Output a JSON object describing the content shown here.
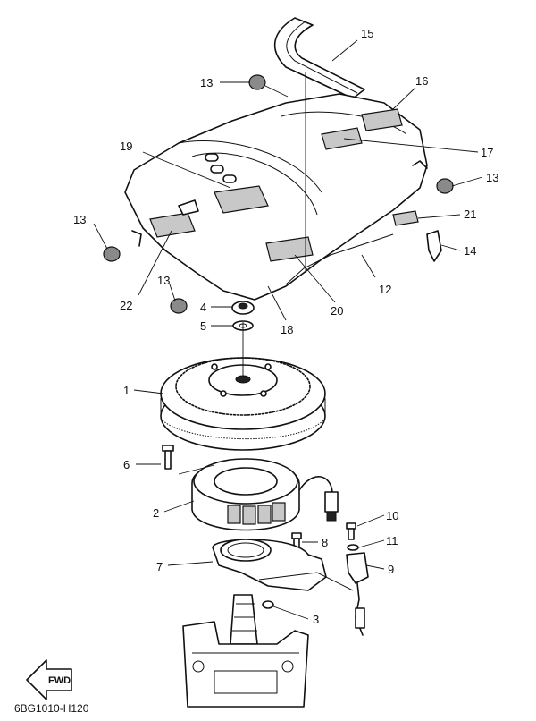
{
  "diagram_code": "6BG1010-H120",
  "fwd_label": "FWD",
  "callouts": [
    {
      "id": "1",
      "label": "1"
    },
    {
      "id": "2",
      "label": "2"
    },
    {
      "id": "3",
      "label": "3"
    },
    {
      "id": "4",
      "label": "4"
    },
    {
      "id": "5",
      "label": "5"
    },
    {
      "id": "6",
      "label": "6"
    },
    {
      "id": "7",
      "label": "7"
    },
    {
      "id": "8",
      "label": "8"
    },
    {
      "id": "9",
      "label": "9"
    },
    {
      "id": "10",
      "label": "10"
    },
    {
      "id": "11",
      "label": "11"
    },
    {
      "id": "12",
      "label": "12"
    },
    {
      "id": "13a",
      "label": "13"
    },
    {
      "id": "13b",
      "label": "13"
    },
    {
      "id": "13c",
      "label": "13"
    },
    {
      "id": "13d",
      "label": "13"
    },
    {
      "id": "14",
      "label": "14"
    },
    {
      "id": "15",
      "label": "15"
    },
    {
      "id": "16",
      "label": "16"
    },
    {
      "id": "17",
      "label": "17"
    },
    {
      "id": "18",
      "label": "18"
    },
    {
      "id": "19",
      "label": "19"
    },
    {
      "id": "20",
      "label": "20"
    },
    {
      "id": "21",
      "label": "21"
    },
    {
      "id": "22",
      "label": "22"
    }
  ]
}
